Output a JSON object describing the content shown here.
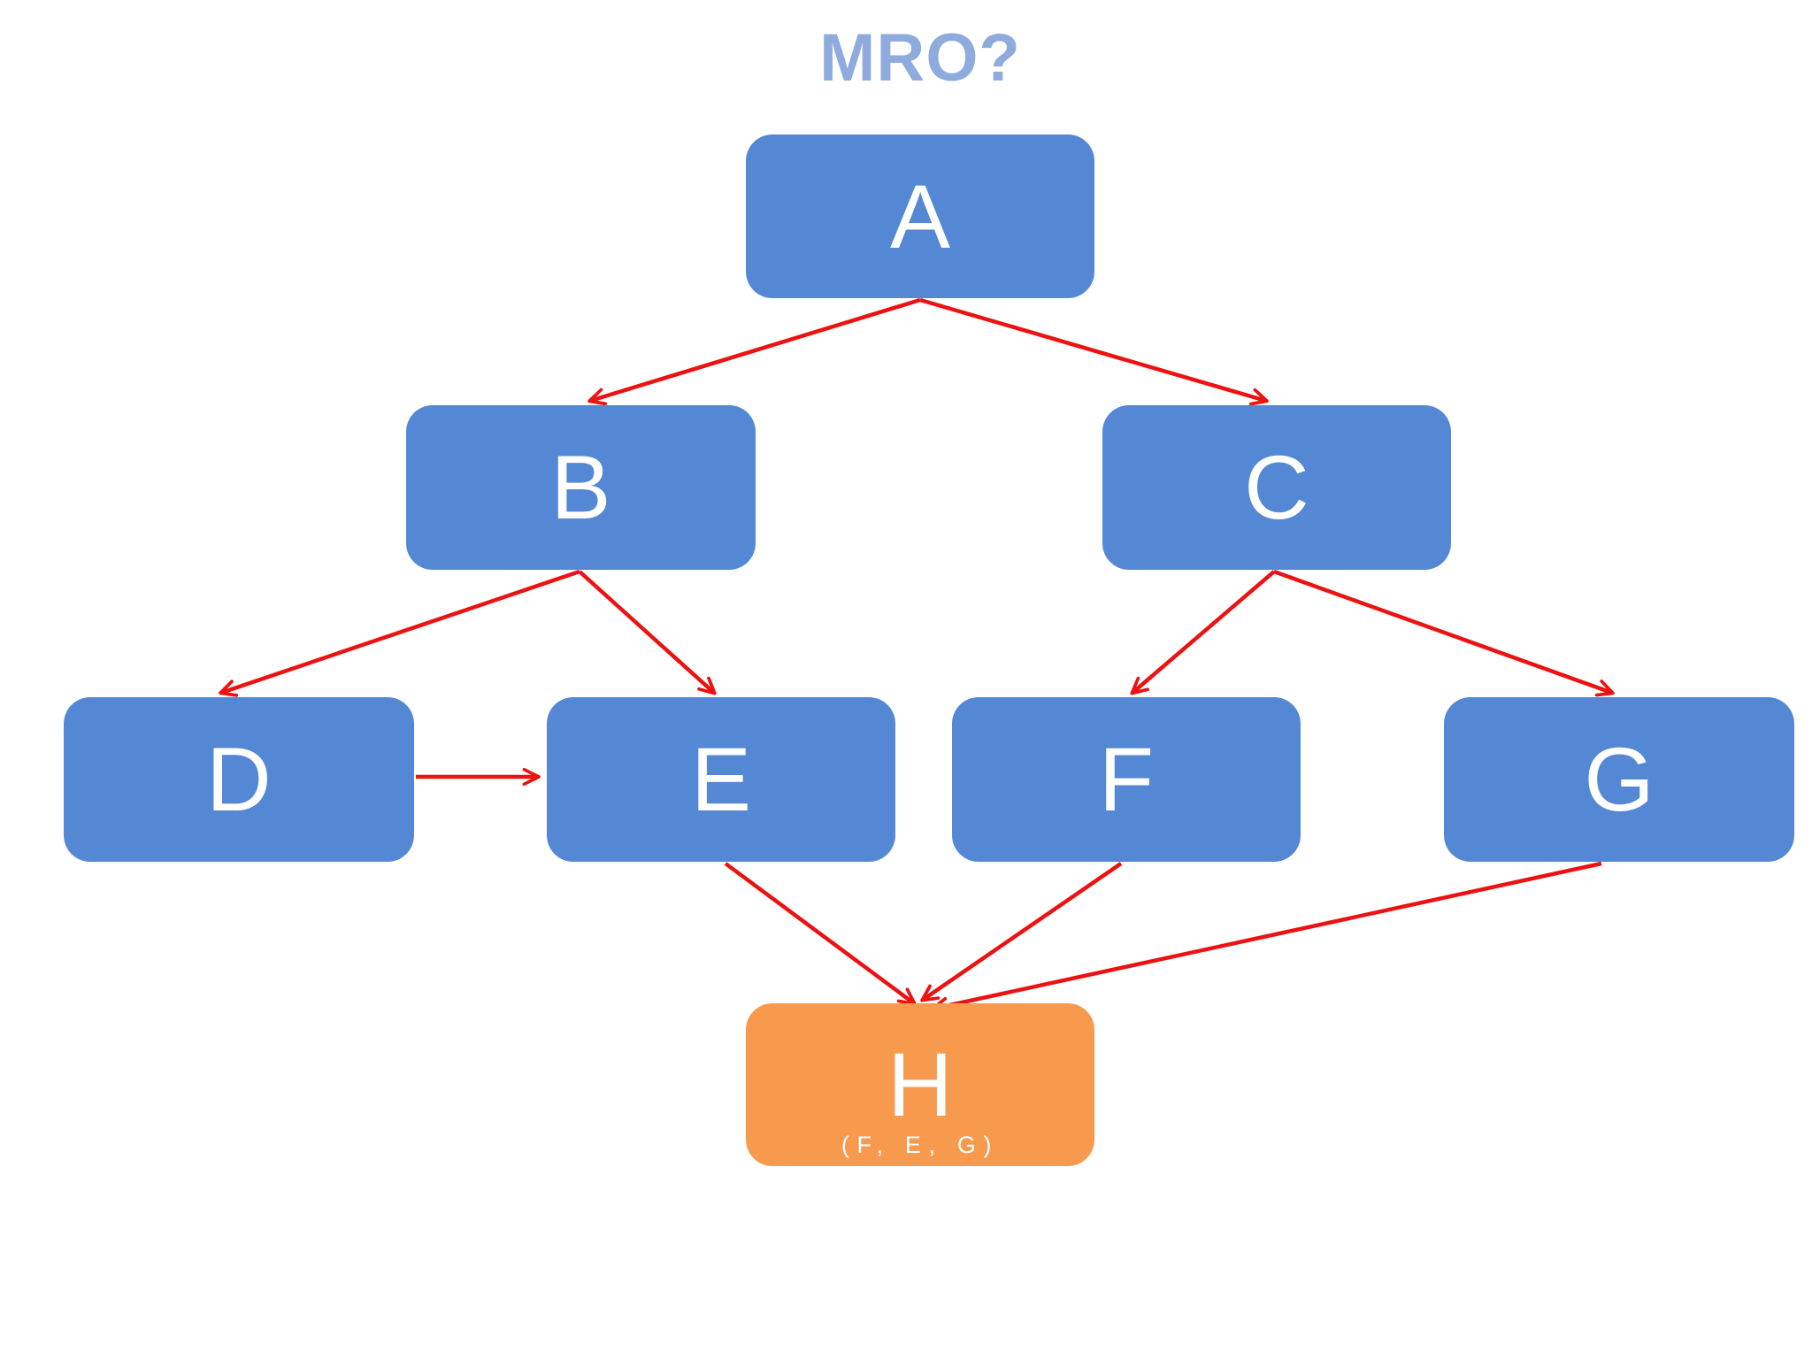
{
  "diagram": {
    "title": "MRO?",
    "nodes": {
      "A": {
        "label": "A"
      },
      "B": {
        "label": "B"
      },
      "C": {
        "label": "C"
      },
      "D": {
        "label": "D"
      },
      "E": {
        "label": "E"
      },
      "F": {
        "label": "F"
      },
      "G": {
        "label": "G"
      },
      "H": {
        "label": "H",
        "sublabel": "(F, E, G)"
      }
    },
    "edges": [
      {
        "from": "A",
        "to": "B"
      },
      {
        "from": "A",
        "to": "C"
      },
      {
        "from": "B",
        "to": "D"
      },
      {
        "from": "B",
        "to": "E"
      },
      {
        "from": "C",
        "to": "F"
      },
      {
        "from": "C",
        "to": "G"
      },
      {
        "from": "D",
        "to": "E"
      },
      {
        "from": "E",
        "to": "H"
      },
      {
        "from": "F",
        "to": "H"
      },
      {
        "from": "G",
        "to": "H"
      }
    ]
  },
  "theme": {
    "node-blue": "#5588d4",
    "node-orange": "#f79a4e",
    "title-blue": "#8faadc",
    "arrow-red": "#ec1212"
  }
}
